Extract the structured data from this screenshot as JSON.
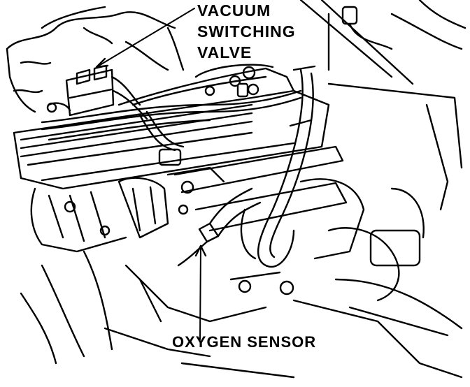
{
  "callouts": {
    "vacuum_switching_valve": [
      "VACUUM",
      "SWITCHING",
      "VALVE"
    ],
    "oxygen_sensor": "OXYGEN SENSOR"
  },
  "colors": {
    "ink": "#000000",
    "paper": "#ffffff"
  }
}
